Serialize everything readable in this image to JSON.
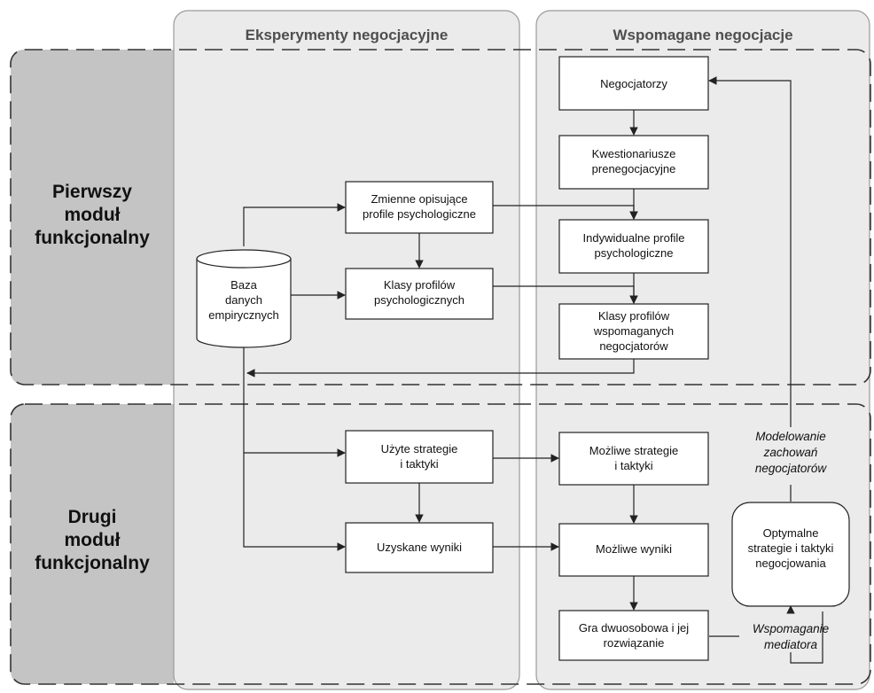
{
  "columns": {
    "experiments": "Eksperymenty negocjacyjne",
    "supported": "Wspomagane negocjacje"
  },
  "modules": {
    "first": [
      "Pierwszy",
      "moduł",
      "funkcjonalny"
    ],
    "second": [
      "Drugi",
      "moduł",
      "funkcjonalny"
    ]
  },
  "nodes": {
    "database": [
      "Baza",
      "danych",
      "empirycznych"
    ],
    "psych_variables": [
      "Zmienne opisujące",
      "profile psychologiczne"
    ],
    "psych_classes": [
      "Klasy profilów",
      "psychologicznych"
    ],
    "used_strategies": [
      "Użyte strategie",
      "i taktyki"
    ],
    "obtained_results": [
      "Uzyskane wyniki"
    ],
    "negotiators": [
      "Negocjatorzy"
    ],
    "questionnaires": [
      "Kwestionariusze",
      "prenegocjacyjne"
    ],
    "individual_profiles": [
      "Indywidualne profile",
      "psychologiczne"
    ],
    "supported_classes": [
      "Klasy profilów",
      "wspomaganych",
      "negocjatorów"
    ],
    "possible_strategies": [
      "Możliwe strategie",
      "i taktyki"
    ],
    "possible_results": [
      "Możliwe wyniki"
    ],
    "two_person_game": [
      "Gra dwuosobowa i jej",
      "rozwiązanie"
    ],
    "optimal_strategies": [
      "Optymalne",
      "strategie i taktyki",
      "negocjowania"
    ]
  },
  "edge_labels": {
    "modeling": [
      "Modelowanie",
      "zachowań",
      "negocjatorów"
    ],
    "mediator": [
      "Wspomaganie",
      "mediatora"
    ]
  }
}
